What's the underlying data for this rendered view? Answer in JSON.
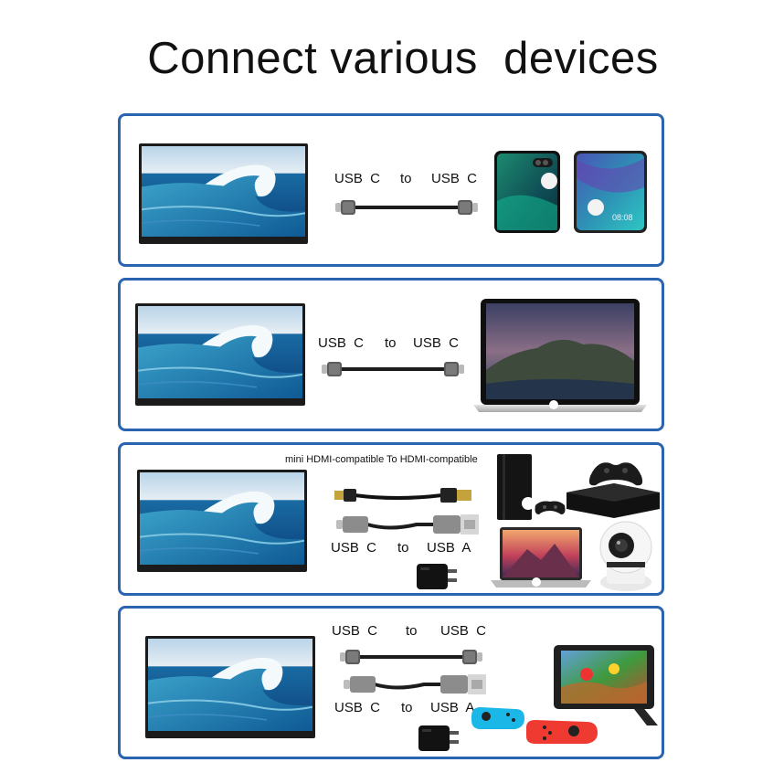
{
  "title": "Connect various  devices",
  "panels": [
    {
      "cables": [
        {
          "left": "USB  C",
          "to": "to",
          "right": "USB  C"
        }
      ]
    },
    {
      "cables": [
        {
          "left": "USB  C",
          "to": "to",
          "right": "USB  C"
        }
      ]
    },
    {
      "caption": "mini HDMI-compatible To HDMI-compatible",
      "cables": [
        {
          "left": "USB  C",
          "to": "to",
          "right": "USB  A"
        }
      ]
    },
    {
      "cables": [
        {
          "left": "USB  C",
          "to": "to",
          "right": "USB  C"
        },
        {
          "left": "USB  C",
          "to": "to",
          "right": "USB  A"
        }
      ]
    }
  ],
  "phone_clock": "08:08",
  "colors": {
    "panel_border": "#2a64b1",
    "joycon_blue": "#1bb7e6",
    "joycon_red": "#ef3a32"
  }
}
